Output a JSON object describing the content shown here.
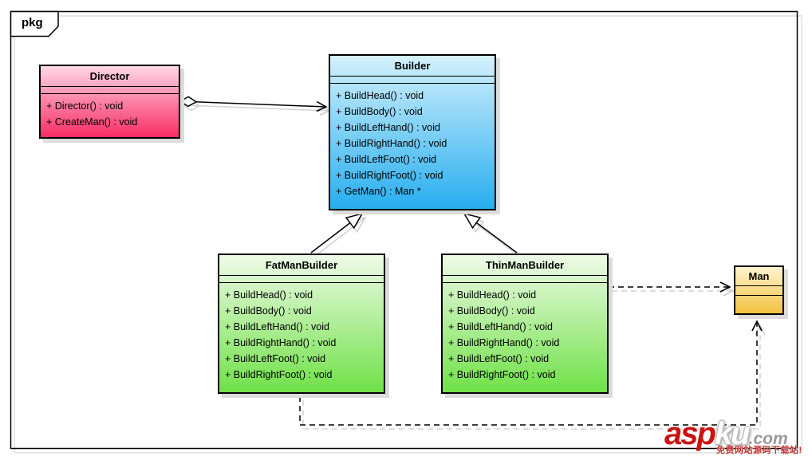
{
  "frame": {
    "tab_label": "pkg"
  },
  "classes": {
    "director": {
      "name": "Director",
      "methods": [
        "+ Director() : void",
        "+ CreateMan() : void"
      ]
    },
    "builder": {
      "name": "Builder",
      "methods": [
        "+ BuildHead() : void",
        "+ BuildBody() : void",
        "+ BuildLeftHand() : void",
        "+ BuildRightHand() : void",
        "+ BuildLeftFoot() : void",
        "+ BuildRightFoot() : void",
        "+ GetMan() : Man *"
      ]
    },
    "fatman": {
      "name": "FatManBuilder",
      "methods": [
        "+ BuildHead() : void",
        "+ BuildBody() : void",
        "+ BuildLeftHand() : void",
        "+ BuildRightHand() : void",
        "+ BuildLeftFoot() : void",
        "+ BuildRightFoot() : void"
      ]
    },
    "thinman": {
      "name": "ThinManBuilder",
      "methods": [
        "+ BuildHead() : void",
        "+ BuildBody() : void",
        "+ BuildLeftHand() : void",
        "+ BuildRightHand() : void",
        "+ BuildLeftFoot() : void",
        "+ BuildRightFoot() : void"
      ]
    },
    "man": {
      "name": "Man",
      "methods": []
    }
  },
  "relationships": [
    {
      "from": "Director",
      "to": "Builder",
      "type": "aggregation"
    },
    {
      "from": "FatManBuilder",
      "to": "Builder",
      "type": "generalization"
    },
    {
      "from": "ThinManBuilder",
      "to": "Builder",
      "type": "generalization"
    },
    {
      "from": "ThinManBuilder",
      "to": "Man",
      "type": "dependency"
    },
    {
      "from": "FatManBuilder",
      "to": "Man",
      "type": "dependency"
    }
  ],
  "colors": {
    "director-top": "#ffd7e6",
    "director-bottom": "#f82c65",
    "builder-top": "#d4f1fc",
    "builder-bottom": "#27aeef",
    "green-top": "#eefbe7",
    "green-bottom": "#70e148",
    "man-top": "#fff4d0",
    "man-bottom": "#f2c23e"
  },
  "watermark": {
    "brand_red": "asp",
    "brand_gray": "ku",
    "domain_suffix": ".com",
    "tagline": "免费网站源码下载站!"
  }
}
